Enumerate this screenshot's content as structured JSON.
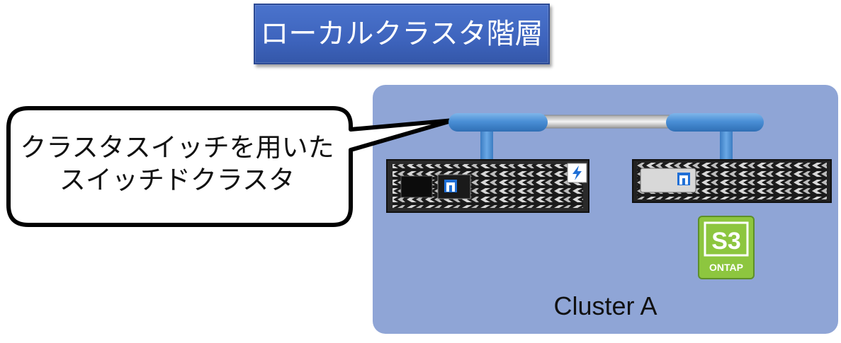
{
  "header": {
    "title": "ローカルクラスタ階層"
  },
  "callout": {
    "line1": "クラスタスイッチを用いた",
    "line2": "スイッチドクラスタ"
  },
  "cluster": {
    "label": "Cluster A"
  },
  "badge": {
    "main": "S3",
    "sub": "ONTAP"
  },
  "colors": {
    "title_bg": "#3e64bd",
    "cluster_bg": "#8fa5d6",
    "switch_blue": "#4a8fd6",
    "badge_green": "#8dc63f"
  }
}
